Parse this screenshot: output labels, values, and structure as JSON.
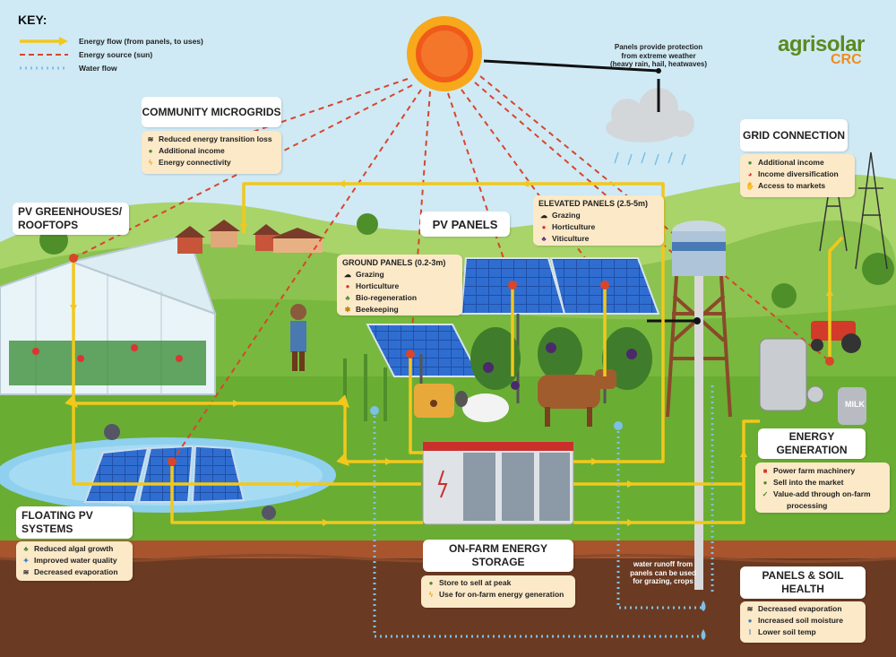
{
  "key": {
    "title": "KEY:",
    "items": [
      {
        "label": "Energy flow (from panels, to uses)",
        "color": "#f2c81c"
      },
      {
        "label": "Energy source (sun)",
        "color": "#d9452b"
      },
      {
        "label": "Water flow",
        "color": "#7cc0e6"
      }
    ]
  },
  "logo": {
    "line1": "agrisolar",
    "line2": "CRC"
  },
  "weather_note": "Panels provide protection from extreme weather (heavy rain, hail, heatwaves)",
  "runoff_note": "water runoff from panels can be used for grazing, crops",
  "milk_label": "MILK",
  "sections": {
    "community": {
      "title": "COMMUNITY MICROGRIDS",
      "items": [
        {
          "icon": "wave-icon",
          "text": "Reduced energy transition loss"
        },
        {
          "icon": "money-icon",
          "text": "Additional income"
        },
        {
          "icon": "bolt-icon",
          "text": "Energy connectivity"
        }
      ]
    },
    "greenhouses": {
      "title": "PV GREENHOUSES/ ROOFTOPS"
    },
    "pv_panels": {
      "title": "PV PANELS"
    },
    "ground": {
      "title": "GROUND PANELS (0.2-3m)",
      "items": [
        {
          "icon": "sheep-icon",
          "text": "Grazing"
        },
        {
          "icon": "tomato-icon",
          "text": "Horticulture"
        },
        {
          "icon": "sprout-icon",
          "text": "Bio-regeneration"
        },
        {
          "icon": "bee-icon",
          "text": "Beekeeping"
        }
      ]
    },
    "elevated": {
      "title": "ELEVATED PANELS (2.5-5m)",
      "items": [
        {
          "icon": "sheep-icon",
          "text": "Grazing"
        },
        {
          "icon": "tomato-icon",
          "text": "Horticulture"
        },
        {
          "icon": "grapes-icon",
          "text": "Viticulture"
        }
      ]
    },
    "grid": {
      "title": "GRID CONNECTION",
      "items": [
        {
          "icon": "money-icon",
          "text": "Additional income"
        },
        {
          "icon": "pie-icon",
          "text": "Income diversification"
        },
        {
          "icon": "handshake-icon",
          "text": "Access to markets"
        }
      ]
    },
    "generation": {
      "title": "ENERGY GENERATION",
      "items": [
        {
          "icon": "tractor-icon",
          "text": "Power farm machinery"
        },
        {
          "icon": "money-icon",
          "text": "Sell into the market"
        },
        {
          "icon": "check-icon",
          "text": "Value-add through on-farm"
        },
        {
          "icon": "",
          "text": "processing"
        }
      ]
    },
    "floating": {
      "title": "FLOATING PV SYSTEMS",
      "items": [
        {
          "icon": "algae-icon",
          "text": "Reduced algal growth"
        },
        {
          "icon": "sparkle-icon",
          "text": "Improved water quality"
        },
        {
          "icon": "wave-icon",
          "text": "Decreased evaporation"
        }
      ]
    },
    "storage": {
      "title": "ON-FARM ENERGY STORAGE",
      "items": [
        {
          "icon": "money-icon",
          "text": "Store to sell at peak"
        },
        {
          "icon": "bolt-icon",
          "text": "Use for on-farm energy generation"
        }
      ]
    },
    "soil": {
      "title": "PANELS & SOIL HEALTH",
      "items": [
        {
          "icon": "wave-icon",
          "text": "Decreased evaporation"
        },
        {
          "icon": "droplet-icon",
          "text": "Increased soil moisture"
        },
        {
          "icon": "thermometer-icon",
          "text": "Lower soil temp"
        }
      ]
    }
  }
}
